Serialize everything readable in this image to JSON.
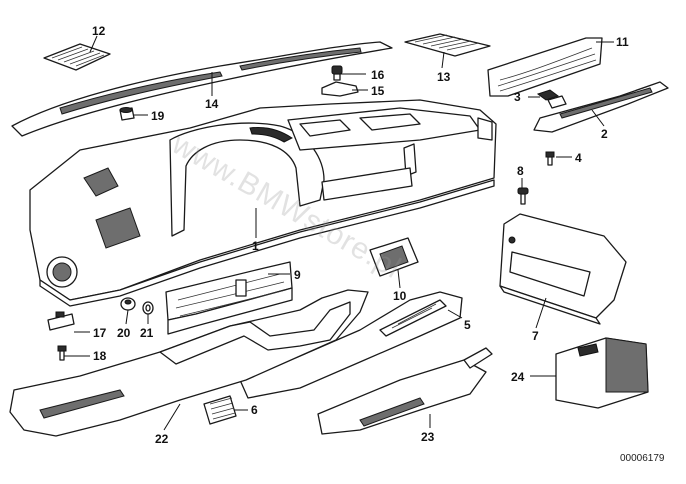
{
  "diagram": {
    "callouts": [
      "1",
      "2",
      "3",
      "4",
      "5",
      "6",
      "7",
      "8",
      "9",
      "10",
      "11",
      "12",
      "13",
      "14",
      "15",
      "16",
      "17",
      "18",
      "19",
      "20",
      "21",
      "22",
      "23",
      "24"
    ],
    "watermark": "www.BMWstore.pl",
    "reference_code": "00006179"
  }
}
